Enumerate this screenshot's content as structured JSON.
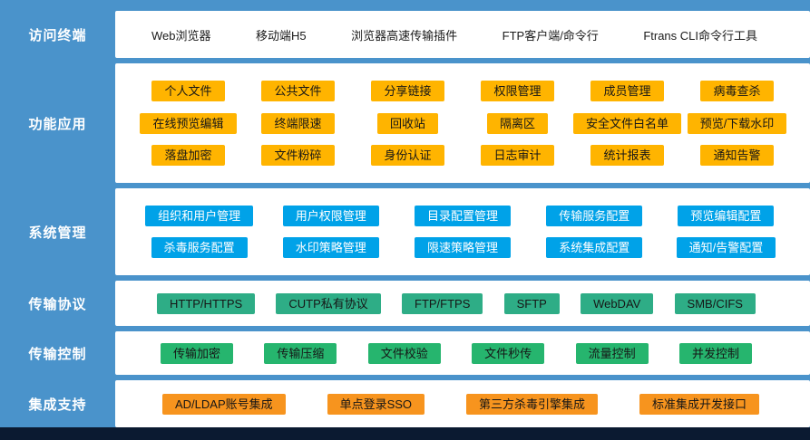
{
  "colors": {
    "background": "#4A93CB",
    "footer": "#0B1A31",
    "panel": "#FFFFFF",
    "feature_chip": "#FFB400",
    "system_chip": "#00A2E8",
    "protocol_chip": "#2EAD86",
    "control_chip": "#26B56E",
    "integration_chip": "#F7941E"
  },
  "rows": {
    "access": {
      "label": "访问终端",
      "items": [
        "Web浏览器",
        "移动端H5",
        "浏览器高速传输插件",
        "FTP客户端/命令行",
        "Ftrans CLI命令行工具"
      ]
    },
    "features": {
      "label": "功能应用",
      "line1": [
        "个人文件",
        "公共文件",
        "分享链接",
        "权限管理",
        "成员管理",
        "病毒查杀"
      ],
      "line2": [
        "在线预览编辑",
        "终端限速",
        "回收站",
        "隔离区",
        "安全文件白名单",
        "预览/下载水印"
      ],
      "line3": [
        "落盘加密",
        "文件粉碎",
        "身份认证",
        "日志审计",
        "统计报表",
        "通知告警"
      ]
    },
    "system": {
      "label": "系统管理",
      "line1": [
        "组织和用户管理",
        "用户权限管理",
        "目录配置管理",
        "传输服务配置",
        "预览编辑配置"
      ],
      "line2": [
        "杀毒服务配置",
        "水印策略管理",
        "限速策略管理",
        "系统集成配置",
        "通知/告警配置"
      ]
    },
    "protocol": {
      "label": "传输协议",
      "items": [
        "HTTP/HTTPS",
        "CUTP私有协议",
        "FTP/FTPS",
        "SFTP",
        "WebDAV",
        "SMB/CIFS"
      ]
    },
    "control": {
      "label": "传输控制",
      "items": [
        "传输加密",
        "传输压缩",
        "文件校验",
        "文件秒传",
        "流量控制",
        "并发控制"
      ]
    },
    "integration": {
      "label": "集成支持",
      "items": [
        "AD/LDAP账号集成",
        "单点登录SSO",
        "第三方杀毒引擎集成",
        "标准集成开发接口"
      ]
    }
  }
}
